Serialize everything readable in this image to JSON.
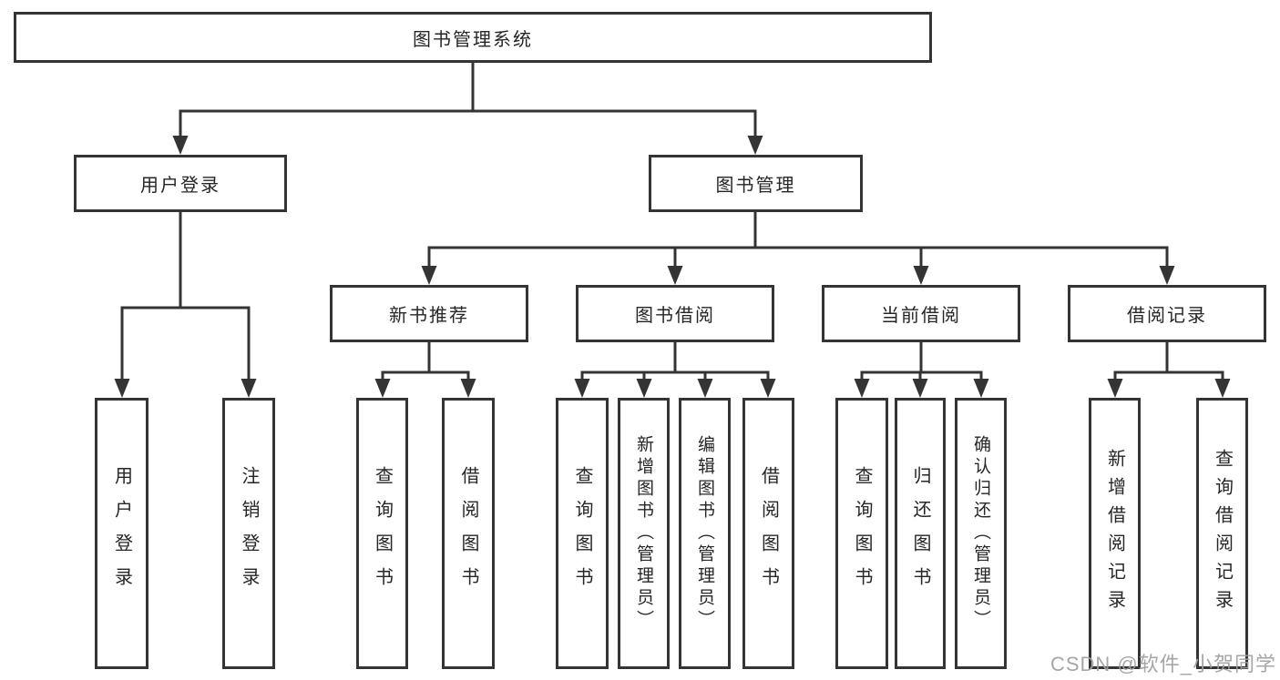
{
  "diagram": {
    "root": {
      "label": "图书管理系统"
    },
    "level2": {
      "user_login": "用户登录",
      "book_mgmt": "图书管理"
    },
    "level3": {
      "new_book": "新书推荐",
      "book_borrow": "图书借阅",
      "current_borrow": "当前借阅",
      "borrow_record": "借阅记录"
    },
    "leaves": {
      "user_login": [
        "用户登录",
        "注销登录"
      ],
      "new_book": [
        "查询图书",
        "借阅图书"
      ],
      "book_borrow": [
        "查询图书",
        "新增图书（管理员）",
        "编辑图书（管理员）",
        "借阅图书"
      ],
      "current_borrow": [
        "查询图书",
        "归还图书",
        "确认归还（管理员）"
      ],
      "borrow_record": [
        "新增借阅记录",
        "查询借阅记录"
      ]
    }
  },
  "watermark": {
    "text": "CSDN @软件_小贺同学"
  },
  "colors": {
    "line": "#343434",
    "text": "#262626",
    "background": "#ffffff",
    "watermark": "#9e9e9e"
  }
}
